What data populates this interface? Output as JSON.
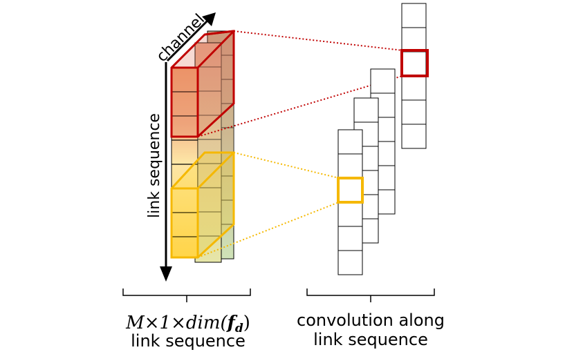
{
  "axes": {
    "channel_label": "channel",
    "sequence_label": "link sequence"
  },
  "left_caption": {
    "math_main": "M×1×dim(",
    "math_bold": "f",
    "math_sub": "d",
    "math_close": ")",
    "line2": "link sequence"
  },
  "right_caption": {
    "line1": "convolution along",
    "line2": "link sequence"
  },
  "colors": {
    "kernel_top": "#c00000",
    "kernel_bottom": "#f5b800",
    "cell_border": "#000000"
  }
}
